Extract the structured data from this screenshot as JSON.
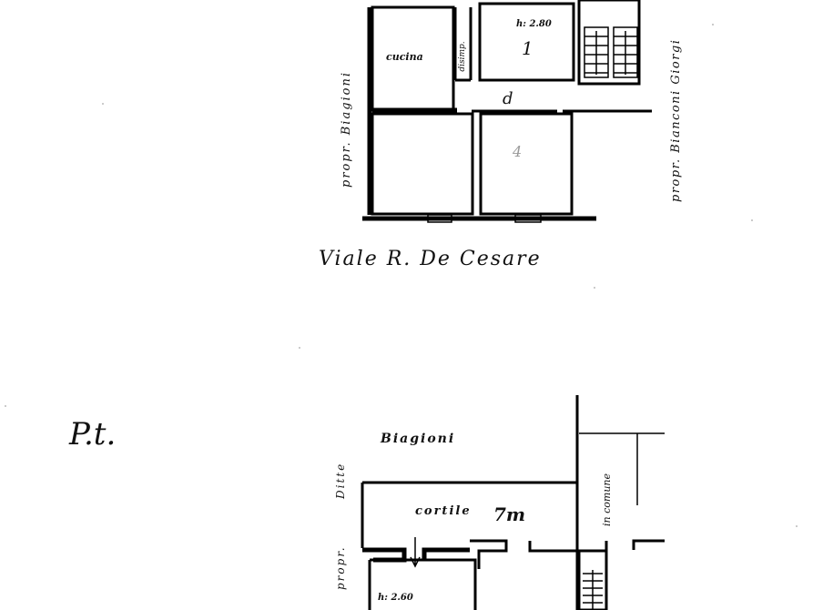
{
  "upper_floor": {
    "rooms": {
      "cucina": "cucina",
      "disimpegno": "disimp.",
      "room1_height": "h: 2.80",
      "room1_number": "1",
      "room_d": "d",
      "room4": "4"
    },
    "neighbors": {
      "left": "propr. Biagioni",
      "right": "propr. Bianconi Giorgi"
    },
    "street": "Viale R. De Cesare"
  },
  "ground_floor": {
    "label": "P.t.",
    "neighbors": {
      "top": "Biagioni",
      "left_ditte": "Ditte",
      "left_propr": "propr."
    },
    "courtyard": "cortile",
    "courtyard_mark": "7m",
    "in_comune": "in comune",
    "room_height": "h: 2.60"
  }
}
